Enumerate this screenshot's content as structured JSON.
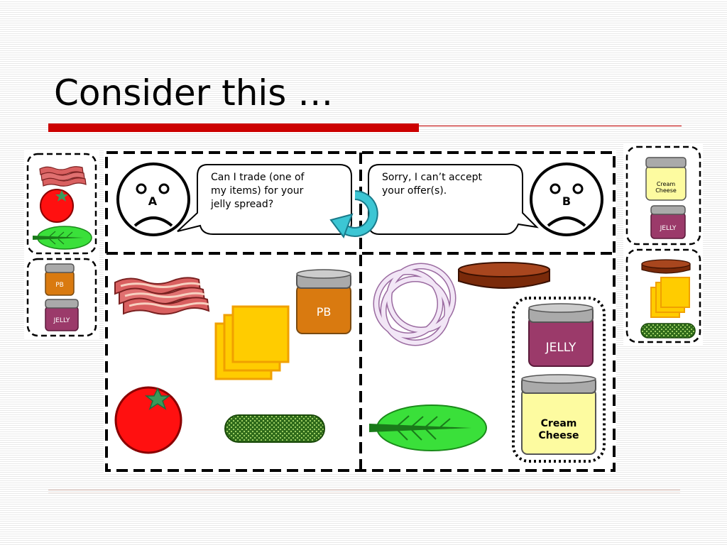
{
  "slide": {
    "title": "Consider this …"
  },
  "diagram": {
    "person_a": {
      "label": "A",
      "speech": [
        "Can I trade (one of",
        "my items) for your",
        "jelly spread?"
      ]
    },
    "person_b": {
      "label": "B",
      "speech": [
        "Sorry, I can’t accept",
        "your offer(s)."
      ]
    },
    "jar_labels": {
      "pb": "PB",
      "jelly": "JELLY",
      "cream_cheese": [
        "Cream",
        "Cheese"
      ]
    }
  },
  "colors": {
    "accent_red": "#cc0000",
    "pb_jar": "#d97a10",
    "jelly_jar": "#9b3a6a",
    "cream_jar": "#fdfba0",
    "lettuce": "#3ae03a",
    "tomato": "#ff0000",
    "cheese": "#ffcc00",
    "cycle_arrow": "#2bb8c8"
  }
}
